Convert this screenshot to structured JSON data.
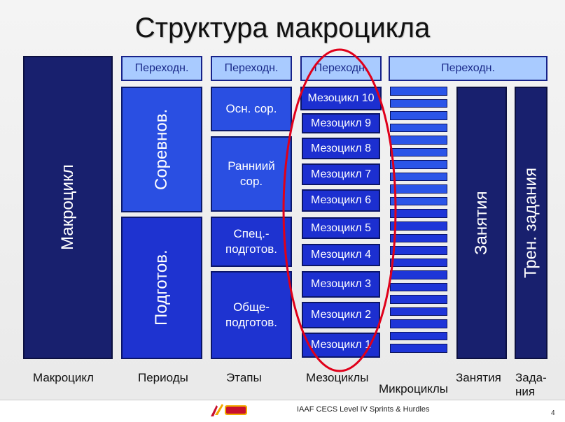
{
  "title": "Структура макроцикла",
  "macro": {
    "label": "Макроцикл"
  },
  "periods": {
    "header": "Переходн.",
    "competition": "Соревнов.",
    "preparation": "Подготов."
  },
  "stages": {
    "header": "Переходн.",
    "items": [
      "Осн. сор.",
      "Ранниий сор.",
      "Спец.-подготов.",
      "Обще-подготов."
    ]
  },
  "meso": {
    "header": "Переходн.",
    "items": [
      "Мезоцикл 10",
      "Мезоцикл 9",
      "Мезоцикл 8",
      "Мезоцикл 7",
      "Мезоцикл 6",
      "Мезоцикл 5",
      "Мезоцикл 4",
      "Мезоцикл 3",
      "Мезоцикл 2",
      "Мезоцикл 1"
    ]
  },
  "micro": {
    "header": "Переходн."
  },
  "sessions": {
    "label": "Занятия"
  },
  "tasks": {
    "label": "Трен. задания"
  },
  "bottom_labels": {
    "macro": "Макроцикл",
    "periods": "Периоды",
    "stages": "Этапы",
    "meso": "Мезоциклы",
    "micro": "Микроциклы",
    "sessions": "Занятия",
    "tasks": "Зада-ния"
  },
  "footer": {
    "text": "IAAF CECS Level IV Sprints & Hurdles",
    "page": "4"
  },
  "colors": {
    "dark": "#18206e",
    "mid": "#2a4fe2",
    "light": "#a9cbff",
    "highlight": "#e0001a"
  }
}
